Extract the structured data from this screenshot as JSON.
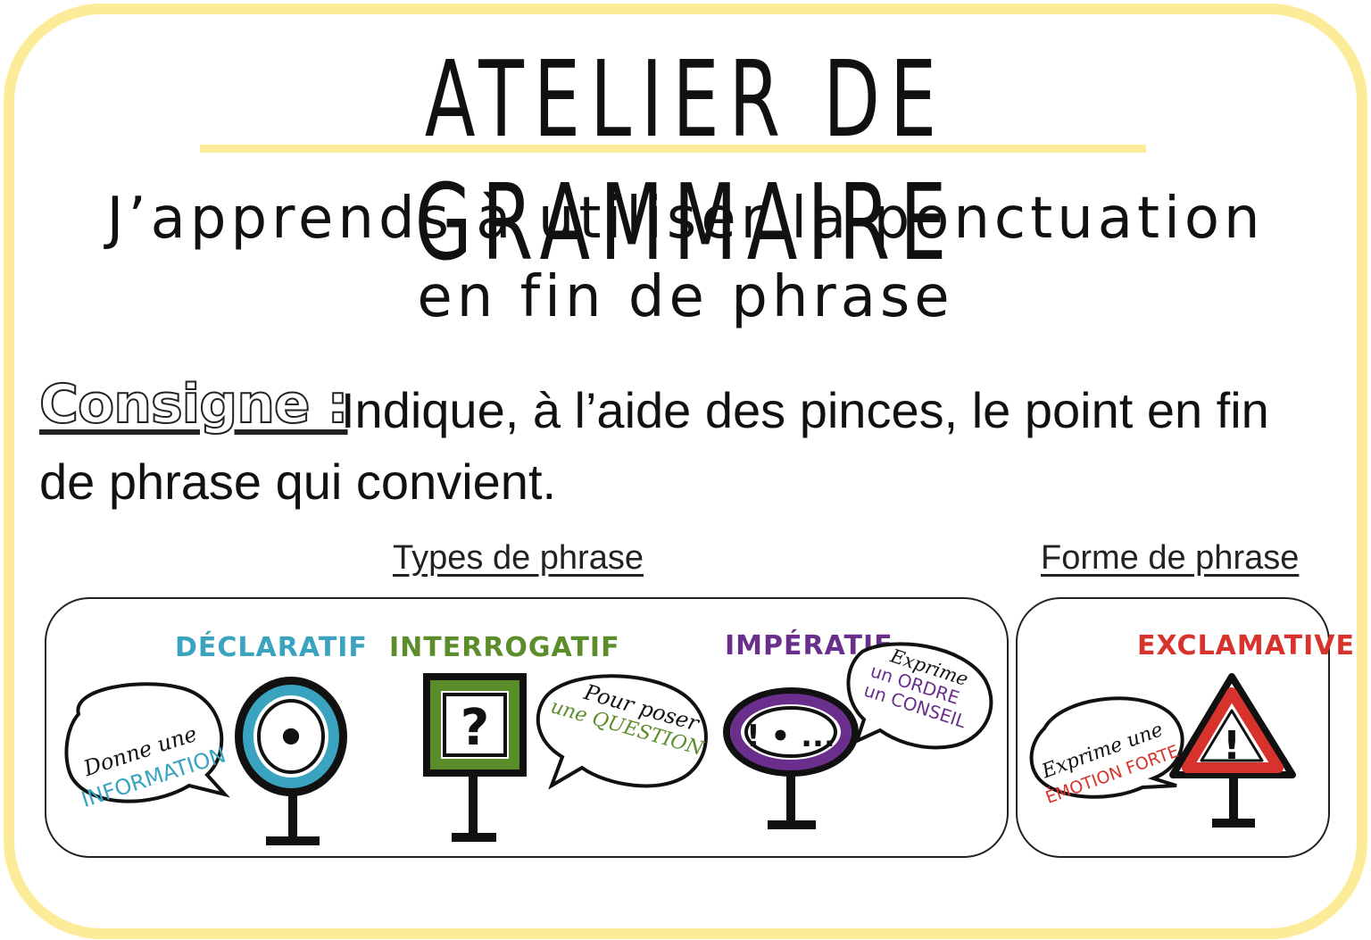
{
  "header": {
    "title": "ATELIER DE GRAMMAIRE",
    "subtitle_line1": "J’apprends à utiliser la ponctuation",
    "subtitle_line2": "en fin de phrase"
  },
  "instruction": {
    "label": "Consigne :",
    "text": "Indique, à l’aide des pinces, le point en fin de phrase qui convient."
  },
  "sections": {
    "types_label": "Types de phrase",
    "forme_label": "Forme de phrase"
  },
  "cards": {
    "declaratif": {
      "label": "DÉCLARATIF",
      "bubble_line1": "Donne une",
      "bubble_line2": "INFORMATION",
      "sign_symbol": "•"
    },
    "interrogatif": {
      "label": "INTERROGATIF",
      "bubble_line1": "Pour poser",
      "bubble_line2": "une QUESTION",
      "sign_symbol": "?"
    },
    "imperatif": {
      "label": "IMPÉRATIF",
      "bubble_line1": "Exprime",
      "bubble_line2": "un ORDRE",
      "bubble_line3": "un CONSEIL",
      "sign_symbol": "! • ..."
    },
    "exclamative": {
      "label": "EXCLAMATIVE",
      "bubble_line1": "Exprime une",
      "bubble_line2": "ÉMOTION FORTE",
      "sign_symbol": "!"
    }
  },
  "colors": {
    "frame": "#fcec9a",
    "declaratif": "#3aa3bf",
    "interrogatif": "#5c8d2b",
    "imperatif": "#6a2f8c",
    "exclamative": "#d8322c"
  }
}
